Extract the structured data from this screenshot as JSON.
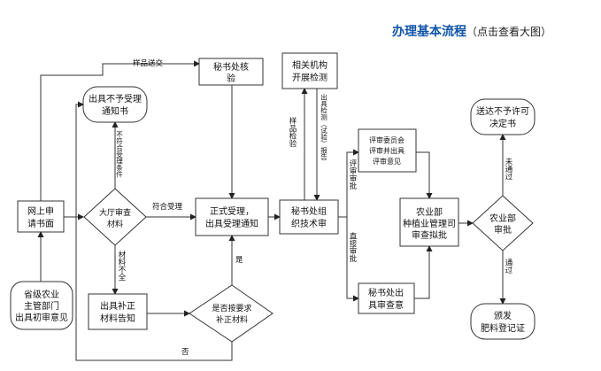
{
  "header": {
    "title": "办理基本流程",
    "hint": "（点击查看大图）"
  },
  "nodes": {
    "online_apply": [
      "网上申",
      "请书面"
    ],
    "county_opinion": [
      "省级农业",
      "主管部门",
      "出具初审意见"
    ],
    "hall_review": [
      "大厅审查",
      "材料"
    ],
    "reject_notice": [
      "出具不予受理",
      "通知书"
    ],
    "supplement_notice": [
      "出具补正",
      "材料告知"
    ],
    "supplement_check": [
      "是否按要求",
      "补正材料"
    ],
    "formal_accept": [
      "正式受理，",
      "出具受理通知"
    ],
    "secretary_verify": [
      "秘书处核",
      "验"
    ],
    "agency_test": [
      "相关机构",
      "开展检测"
    ],
    "secretary_org": [
      "秘书处组",
      "织技术审"
    ],
    "committee_review": [
      "评审委员会",
      "评审并出具",
      "评审意见"
    ],
    "secretary_opinion": [
      "秘书处出",
      "具审查意"
    ],
    "ministry_review": [
      "农业部",
      "种植业管理司",
      "审查拟批"
    ],
    "ministry_approve": [
      "农业部",
      "审批"
    ],
    "deny_decision": [
      "送达不予许可",
      "决定书"
    ],
    "issue_cert": [
      "颁发",
      "肥料登记证"
    ]
  },
  "edges": {
    "sample_send": "样品送交",
    "conform_accept": "符合受理",
    "not_conform": "不符合受理条件",
    "material_incomplete": "材料不全",
    "yes": "是",
    "no": "否",
    "sample_check": "样品检验",
    "issue_report": "出具检测（试验）报告",
    "review_submit": "评审审批",
    "direct_submit": "直接审批",
    "not_passed": "未通过",
    "passed": "通过"
  }
}
